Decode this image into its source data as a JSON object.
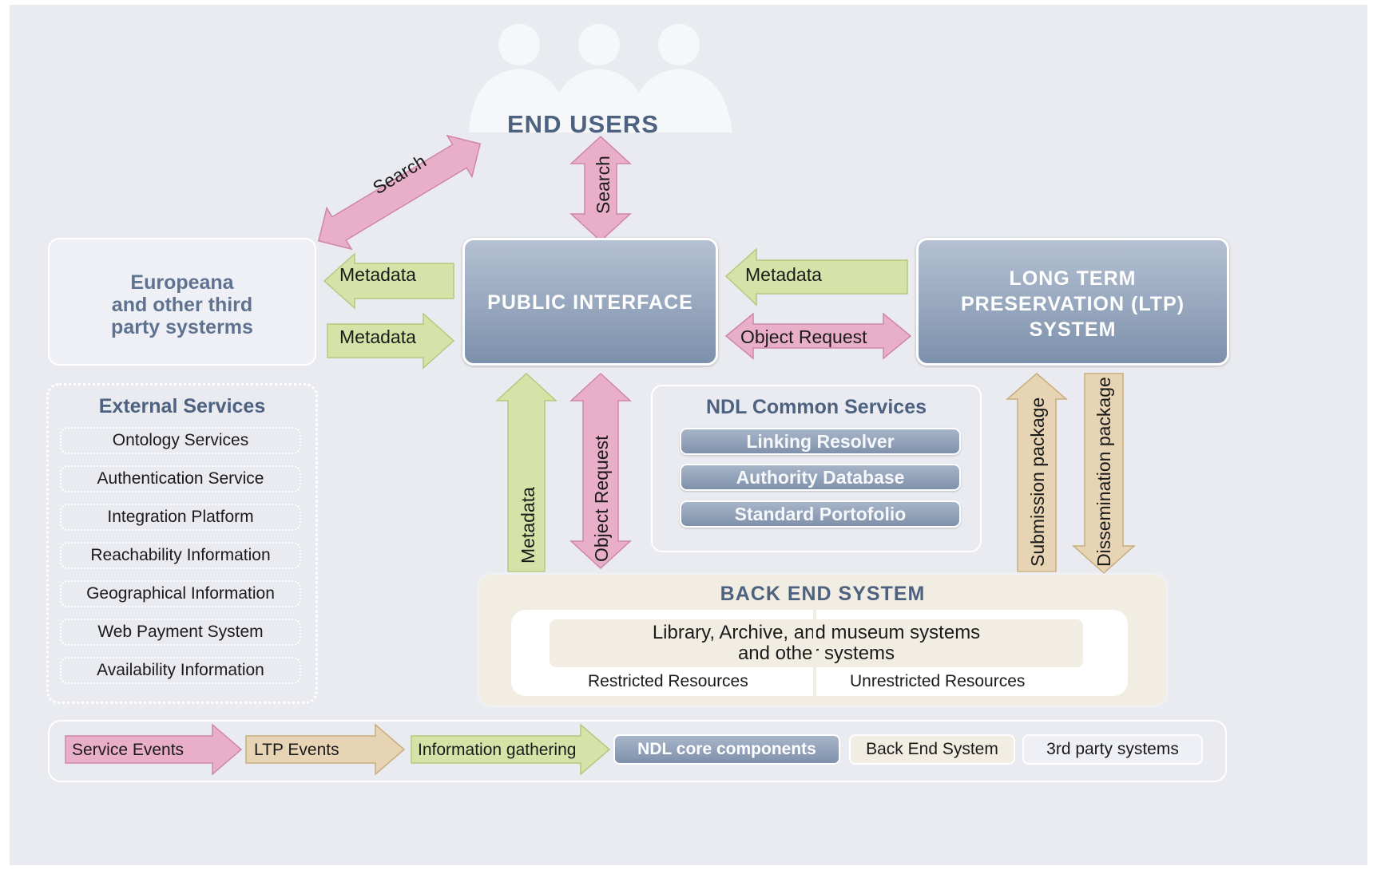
{
  "end_users": {
    "title": "END USERS"
  },
  "arrows": {
    "search_diagonal": "Search",
    "search_vertical": "Search",
    "metadata_left_top": "Metadata",
    "metadata_left_bottom": "Metadata",
    "metadata_right": "Metadata",
    "object_request_horizontal": "Object Request",
    "metadata_vertical": "Metadata",
    "object_request_vertical": "Object Request",
    "submission_package": "Submission package",
    "dissemination_package": "Dissemination package"
  },
  "third_party": {
    "lines": [
      "Europeana",
      "and other third",
      "party systerms"
    ]
  },
  "public_interface": {
    "title": "PUBLIC INTERFACE"
  },
  "ltp": {
    "lines": [
      "LONG TERM",
      "PRESERVATION (LTP)",
      "SYSTEM"
    ]
  },
  "external_services": {
    "title": "External Services",
    "items": [
      "Ontology Services",
      "Authentication Service",
      "Integration Platform",
      "Reachability Information",
      "Geographical Information",
      "Web Payment System",
      "Availability Information"
    ]
  },
  "ndl_common": {
    "title": "NDL Common Services",
    "items": [
      "Linking Resolver",
      "Authority Database",
      "Standard Portofolio"
    ]
  },
  "back_end": {
    "title": "BACK END SYSTEM",
    "library_lines": [
      "Library, Archive, and museum systems",
      "and other systems"
    ],
    "restricted": "Restricted Resources",
    "unrestricted": "Unrestricted Resources"
  },
  "legend": {
    "service_events": "Service Events",
    "ltp_events": "LTP Events",
    "information_gathering": "Information gathering",
    "ndl_core": "NDL core components",
    "back_end_system": "Back End System",
    "third_party": "3rd party systems"
  },
  "colors": {
    "service_pink": "#e9afc9",
    "ltp_tan": "#e6d4b4",
    "info_green": "#d6e3a8",
    "core_blue": "#7f91ab",
    "back_end_cream": "#f2ede3",
    "third_party_bg": "#eef0f5",
    "heading_blue": "#4d6280"
  }
}
